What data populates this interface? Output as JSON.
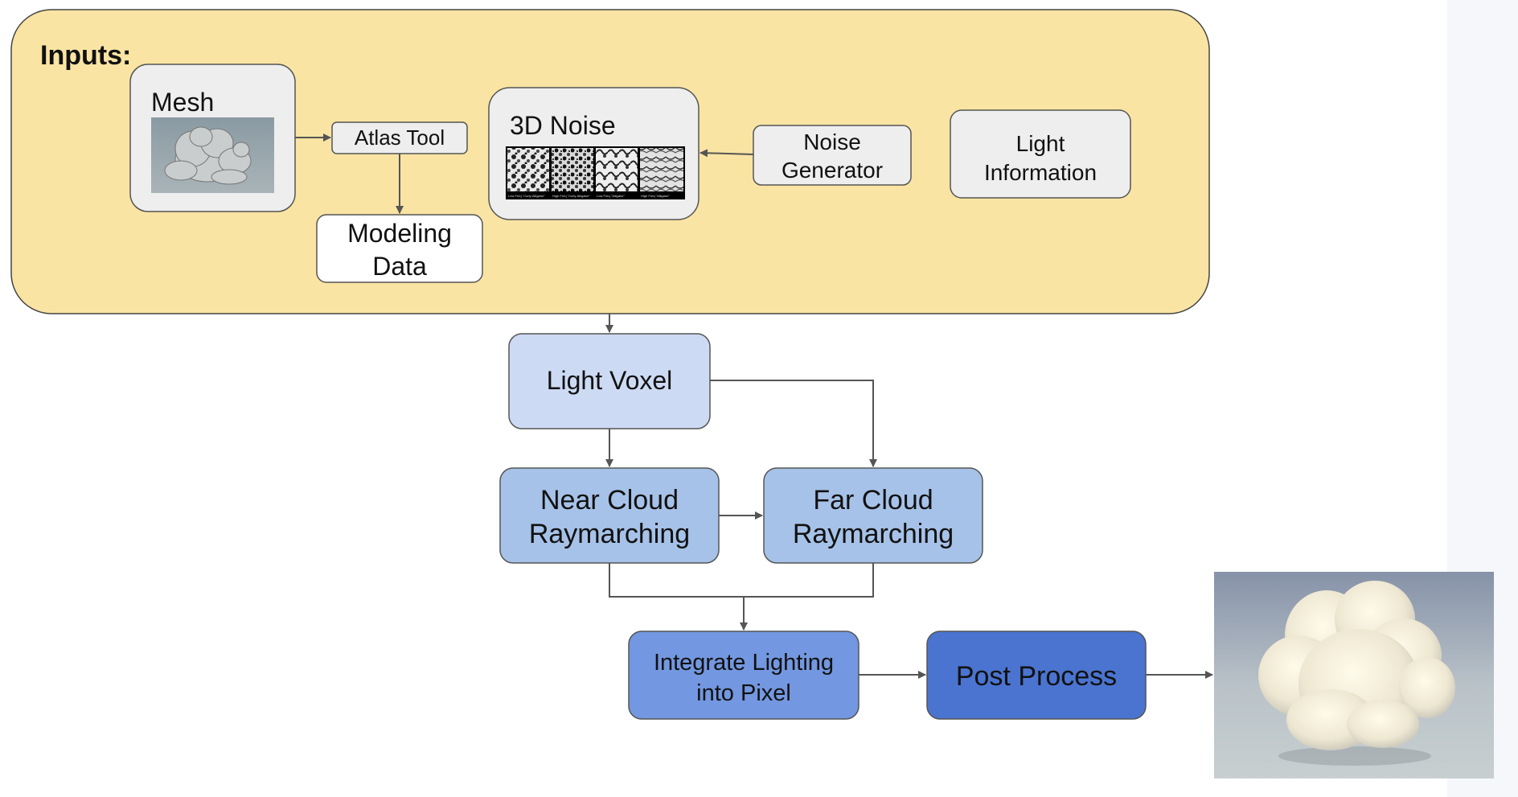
{
  "inputs_panel": {
    "title": "Inputs:"
  },
  "mesh": {
    "label": "Mesh"
  },
  "atlas_tool": {
    "label": "Atlas Tool"
  },
  "modeling_data": {
    "line1": "Modeling",
    "line2": "Data"
  },
  "noise_3d": {
    "label": "3D Noise",
    "captions": [
      "Low Freq \"Curly-Alligator\"",
      "High Freq \"Curly-Alligator\"",
      "Low Freq \"Alligator\"",
      "High Freq \"Alligator\""
    ]
  },
  "noise_generator": {
    "line1": "Noise",
    "line2": "Generator"
  },
  "light_information": {
    "line1": "Light",
    "line2": "Information"
  },
  "light_voxel": {
    "label": "Light Voxel"
  },
  "near_cloud": {
    "line1": "Near Cloud",
    "line2": "Raymarching"
  },
  "far_cloud": {
    "line1": "Far Cloud",
    "line2": "Raymarching"
  },
  "integrate": {
    "line1": "Integrate Lighting",
    "line2": "into Pixel"
  },
  "post_process": {
    "label": "Post Process"
  },
  "colors": {
    "panel": "#f9e4a3",
    "light_voxel": "#cddaf3",
    "raymarching": "#a6c2e8",
    "integrate": "#7397e0",
    "post_process": "#4a74d0"
  }
}
